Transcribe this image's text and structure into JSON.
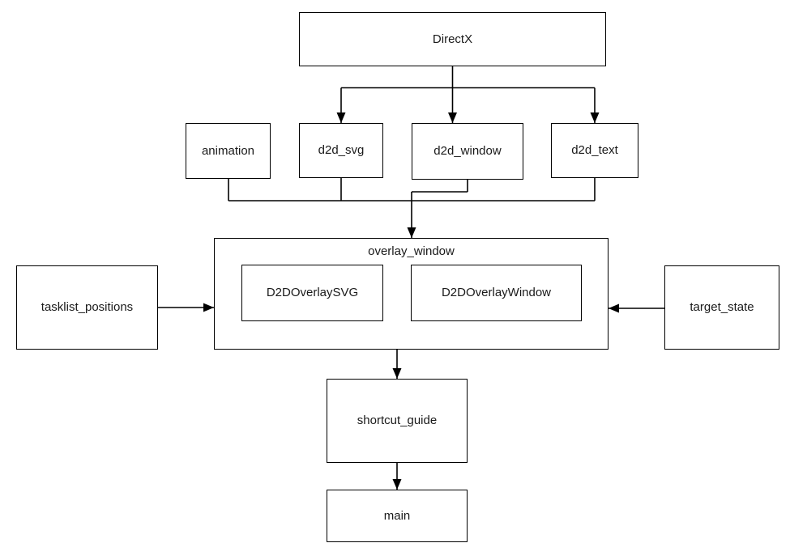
{
  "diagram": {
    "colors": {
      "background": "#ffffff",
      "stroke": "#000000",
      "text": "#1a1a1a"
    },
    "nodes": {
      "directx": {
        "label": "DirectX"
      },
      "animation": {
        "label": "animation"
      },
      "d2d_svg": {
        "label": "d2d_svg"
      },
      "d2d_window": {
        "label": "d2d_window"
      },
      "d2d_text": {
        "label": "d2d_text"
      },
      "overlay_window": {
        "label": "overlay_window"
      },
      "d2d_overlay_svg": {
        "label": "D2DOverlaySVG"
      },
      "d2d_overlay_window": {
        "label": "D2DOverlayWindow"
      },
      "tasklist_positions": {
        "label": "tasklist_positions"
      },
      "target_state": {
        "label": "target_state"
      },
      "shortcut_guide": {
        "label": "shortcut_guide"
      },
      "main": {
        "label": "main"
      }
    },
    "edges": [
      {
        "from": "DirectX",
        "to": "d2d_svg"
      },
      {
        "from": "DirectX",
        "to": "d2d_window"
      },
      {
        "from": "DirectX",
        "to": "d2d_text"
      },
      {
        "from": "animation",
        "to": "overlay_window"
      },
      {
        "from": "d2d_svg",
        "to": "overlay_window"
      },
      {
        "from": "d2d_window",
        "to": "overlay_window"
      },
      {
        "from": "d2d_text",
        "to": "overlay_window"
      },
      {
        "from": "tasklist_positions",
        "to": "overlay_window"
      },
      {
        "from": "target_state",
        "to": "overlay_window"
      },
      {
        "from": "overlay_window",
        "to": "shortcut_guide"
      },
      {
        "from": "shortcut_guide",
        "to": "main"
      }
    ]
  }
}
